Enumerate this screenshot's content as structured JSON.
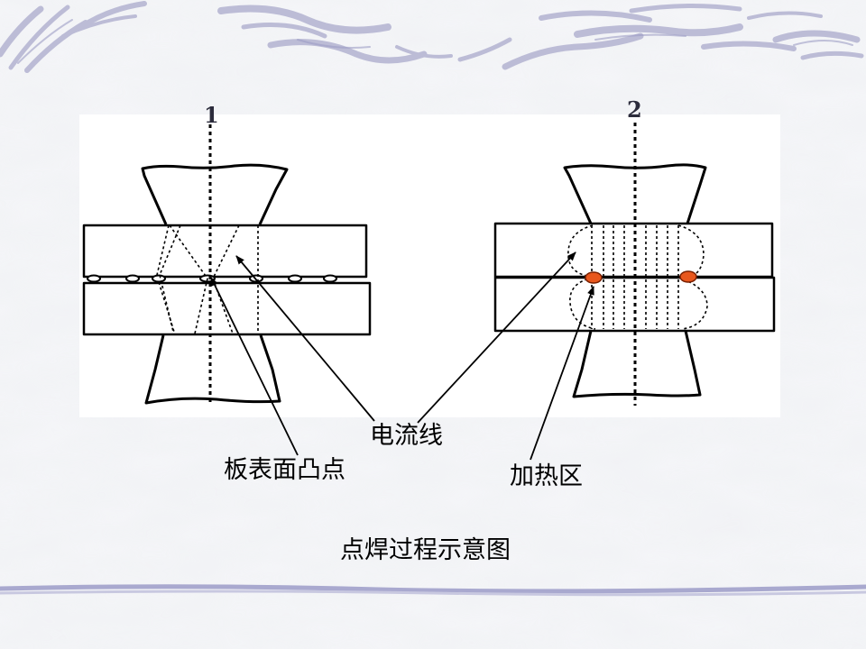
{
  "diagram": {
    "num_1": "1",
    "num_2": "2",
    "current_lines_label": "电流线",
    "surface_bumps_label": "板表面凸点",
    "heating_zone_label": "加热区",
    "caption": "点焊过程示意图"
  },
  "colors": {
    "heated_spot": "#e8571d",
    "background": "#eceef2",
    "decor_stroke": "#b8b8d4"
  }
}
